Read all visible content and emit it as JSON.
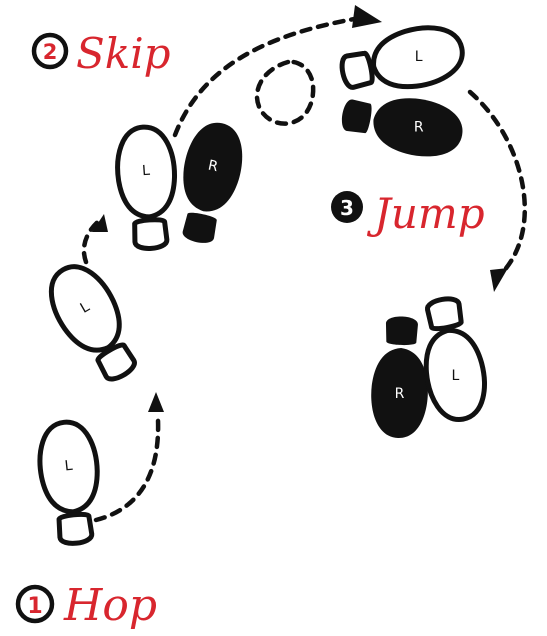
{
  "steps": [
    {
      "number": "1",
      "label": "Hop"
    },
    {
      "number": "2",
      "label": "Skip"
    },
    {
      "number": "3",
      "label": "Jump"
    }
  ],
  "foot_letters": {
    "left": "L",
    "right": "R"
  },
  "colors": {
    "accent": "#d8262e",
    "ink": "#111111",
    "background": "#ffffff"
  }
}
